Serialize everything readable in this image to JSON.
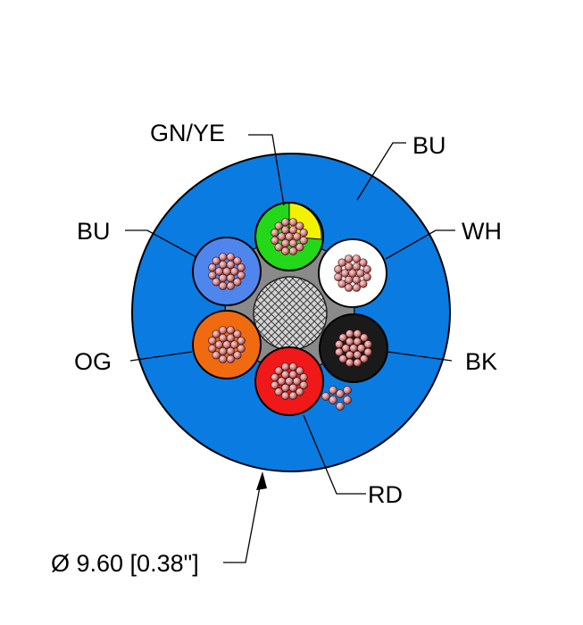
{
  "labels": {
    "gnye": "GN/YE",
    "bu_top": "BU",
    "bu_left": "BU",
    "wh": "WH",
    "og": "OG",
    "bk": "BK",
    "rd": "RD",
    "diameter": "Ø 9.60 [0.38\"]"
  },
  "colors": {
    "jacket": "#0a7be0",
    "green": "#22d818",
    "yellow": "#f2f200",
    "blue_conductor": "#4f86ee",
    "white": "#ffffff",
    "orange": "#f06a10",
    "black": "#1a1a1a",
    "red": "#f01818",
    "shield": "#bdbdbd",
    "filler": "#9e9e9e",
    "copper": "#d98a8a"
  }
}
